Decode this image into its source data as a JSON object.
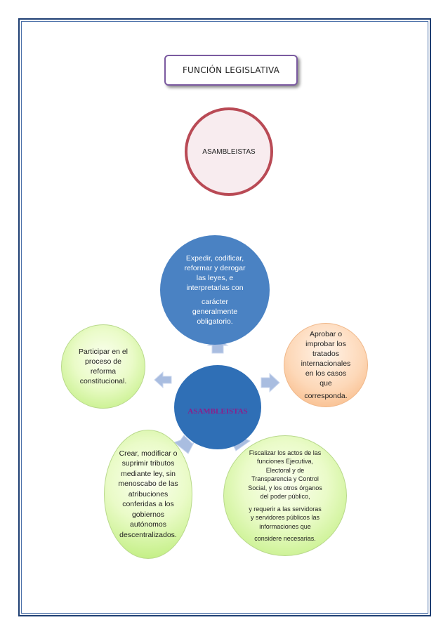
{
  "title": "FUNCIÓN LEGISLATIVA",
  "top_node": "ASAMBLEISTAS",
  "center_node": "ASAMBLEISTAS",
  "nodes": {
    "top": [
      "Expedir, codificar,",
      "reformar y derogar",
      "las leyes, e",
      "interpretarlas con",
      "carácter",
      "generalmente",
      "obligatorio."
    ],
    "right": [
      "Aprobar o",
      "improbar los",
      "tratados",
      "internacionales",
      "en los casos",
      "que",
      "corresponda."
    ],
    "bottom_right": [
      "Fiscalizar los actos de las",
      "funciones Ejecutiva,",
      "Electoral y de",
      "Transparencia y Control",
      "Social, y los otros órganos",
      "del poder público,",
      "y requerir a las servidoras",
      "y servidores públicos las",
      "informaciones que",
      "considere necesarias."
    ],
    "bottom_left": [
      "Crear, modificar o",
      "suprimir tributos",
      "mediante ley, sin",
      "menoscabo de las",
      "atribuciones",
      "conferidas a los",
      "gobiernos",
      "autónomos",
      "descentralizados."
    ],
    "left": [
      "Participar en el",
      "proceso de",
      "reforma",
      "constitucional."
    ]
  },
  "colors": {
    "frame": "#1f3f73",
    "title_border": "#7b5aa0",
    "top_circle_border": "#b94a55",
    "center": "#2f6fb6",
    "top_blue": "#4a82c3",
    "green": "#b9ec73",
    "orange": "#f7b27a",
    "arrow": "#a9bde0",
    "center_text": "#8b1f8b"
  }
}
